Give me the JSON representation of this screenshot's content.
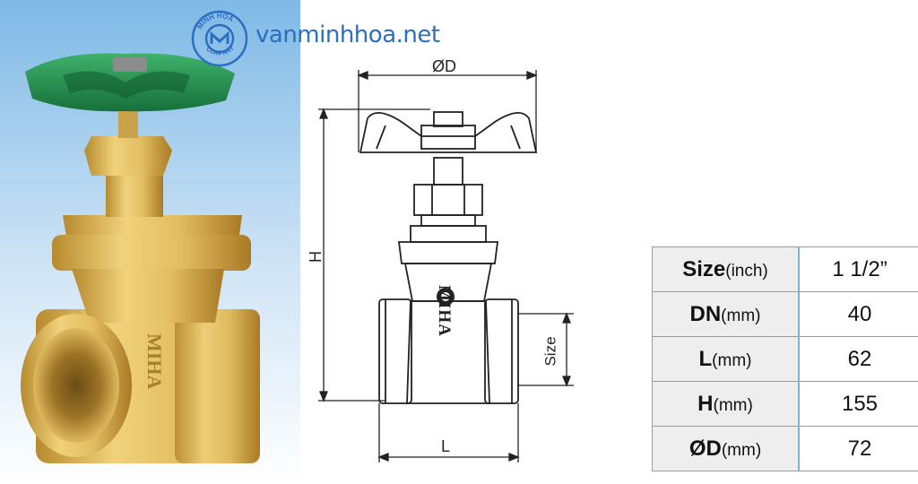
{
  "header": {
    "logo_text": "MINH HOA COMPANY",
    "site_url": "vanminhhoa.net"
  },
  "product": {
    "brand_mark": "MIHA"
  },
  "drawing": {
    "label_diameter": "ØD",
    "label_height": "H",
    "label_length": "L",
    "label_size": "Size"
  },
  "specs": [
    {
      "key": "Size",
      "unit": "(inch)",
      "value": "1 1/2”"
    },
    {
      "key": "DN",
      "unit": "(mm)",
      "value": "40"
    },
    {
      "key": "L",
      "unit": "(mm)",
      "value": "62"
    },
    {
      "key": "H",
      "unit": "(mm)",
      "value": "155"
    },
    {
      "key": "ØD",
      "unit": "(mm)",
      "value": "72"
    }
  ],
  "colors": {
    "brand_blue": "#2b6fc2",
    "handwheel_green": "#1f8a4c",
    "brass": "#d9b45c",
    "background_gradient_top": "#8fc4ea",
    "background_gradient_bottom": "#ffffff"
  }
}
